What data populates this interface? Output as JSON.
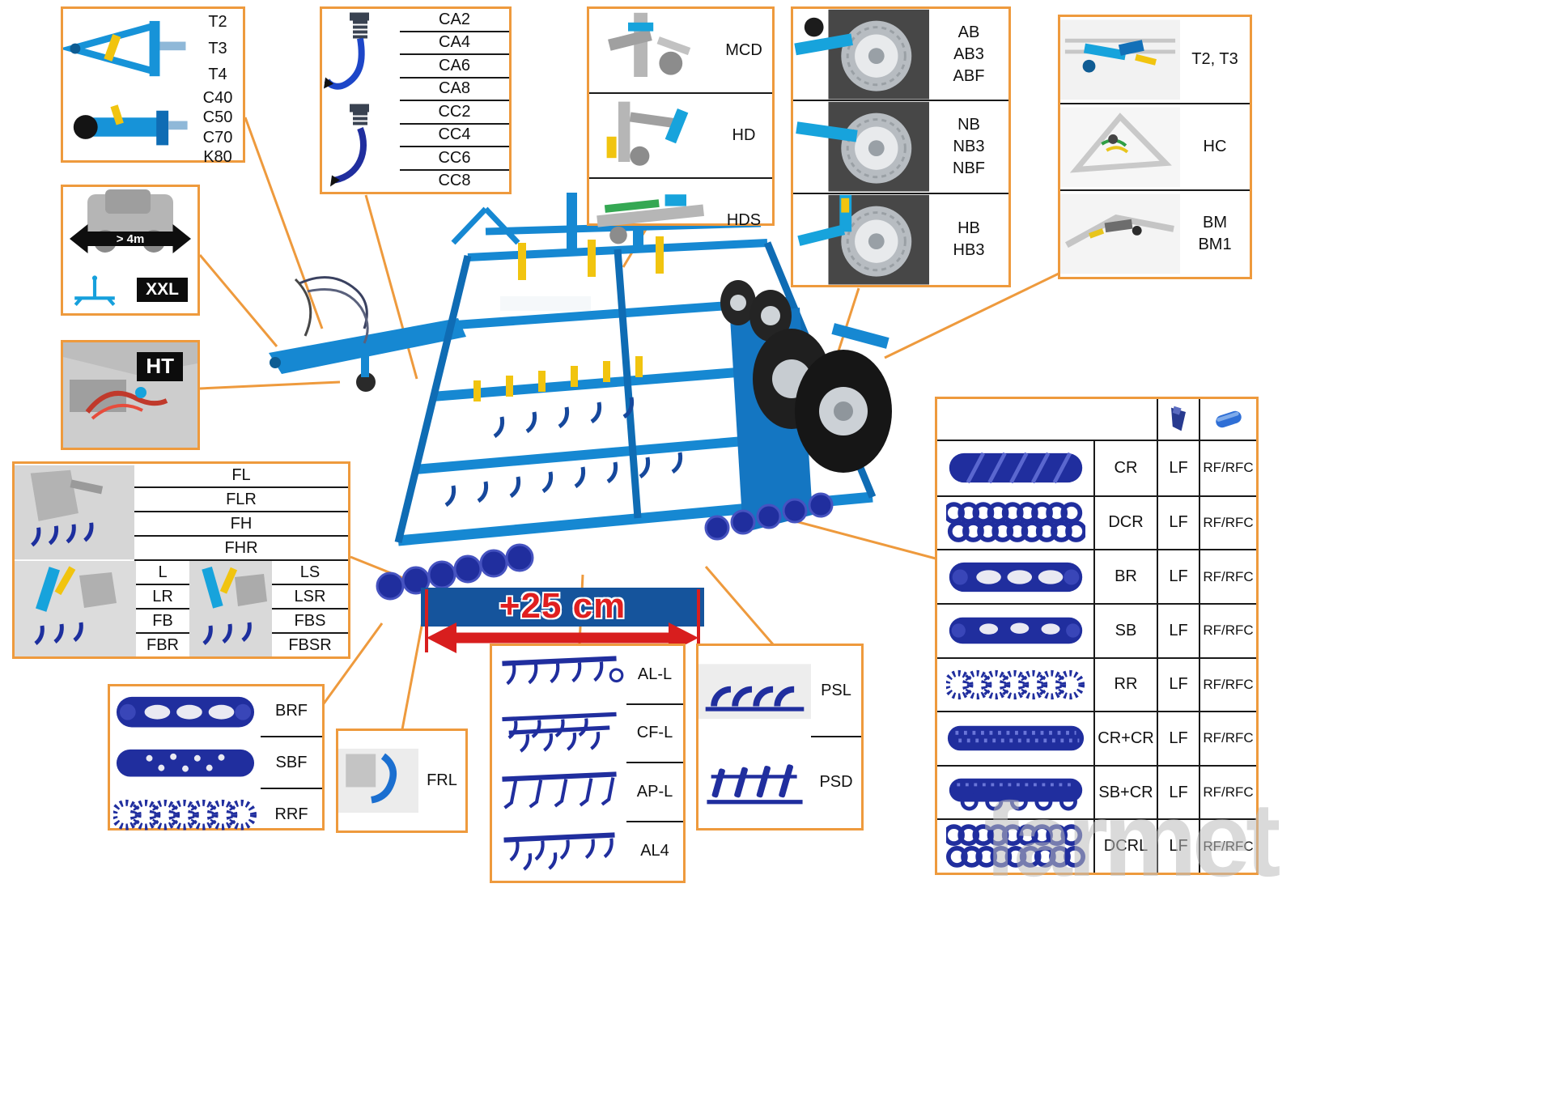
{
  "watermark": "farmet",
  "machine": {
    "banner_label": "+25 cm"
  },
  "boxes": {
    "hitch": {
      "top": [
        "T2",
        "T3",
        "T4"
      ],
      "bottom": [
        "C40",
        "C50",
        "C70",
        "K80"
      ]
    },
    "clearance": {
      "arrow_label": "> 4m",
      "badge": "XXL"
    },
    "ht": {
      "badge": "HT"
    },
    "levelers": {
      "top": [
        "FL",
        "FLR",
        "FH",
        "FHR"
      ],
      "left": [
        "L",
        "LR",
        "FB",
        "FBR"
      ],
      "right": [
        "LS",
        "LSR",
        "FBS",
        "FBSR"
      ]
    },
    "front_rollers": {
      "rows": [
        "BRF",
        "SBF",
        "RRF"
      ]
    },
    "frl": {
      "label": "FRL"
    },
    "tines": {
      "labels": [
        "CA2",
        "CA4",
        "CA6",
        "CA8",
        "CC2",
        "CC4",
        "CC6",
        "CC8"
      ]
    },
    "depth_control": {
      "rows": [
        "MCD",
        "HD",
        "HDS"
      ]
    },
    "wheels": {
      "groups": [
        [
          "AB",
          "AB3",
          "ABF"
        ],
        [
          "NB",
          "NB3",
          "NBF"
        ],
        [
          "HB",
          "HB3"
        ]
      ]
    },
    "rear_attachments": {
      "rows": [
        [
          "T2, T3"
        ],
        [
          "HC"
        ],
        [
          "BM",
          "BM1"
        ]
      ]
    },
    "working_sections": {
      "rows": [
        "AL-L",
        "CF-L",
        "AP-L",
        "AL4"
      ]
    },
    "ps": {
      "rows": [
        "PSL",
        "PSD"
      ]
    },
    "roller_table": {
      "rows": [
        {
          "name": "CR",
          "lf": "LF",
          "rf": "RF/RFC"
        },
        {
          "name": "DCR",
          "lf": "LF",
          "rf": "RF/RFC"
        },
        {
          "name": "BR",
          "lf": "LF",
          "rf": "RF/RFC"
        },
        {
          "name": "SB",
          "lf": "LF",
          "rf": "RF/RFC"
        },
        {
          "name": "RR",
          "lf": "LF",
          "rf": "RF/RFC"
        },
        {
          "name": "CR+CR",
          "lf": "LF",
          "rf": "RF/RFC"
        },
        {
          "name": "SB+CR",
          "lf": "LF",
          "rf": "RF/RFC"
        },
        {
          "name": "DCRL",
          "lf": "LF",
          "rf": "RF/RFC"
        }
      ]
    }
  }
}
